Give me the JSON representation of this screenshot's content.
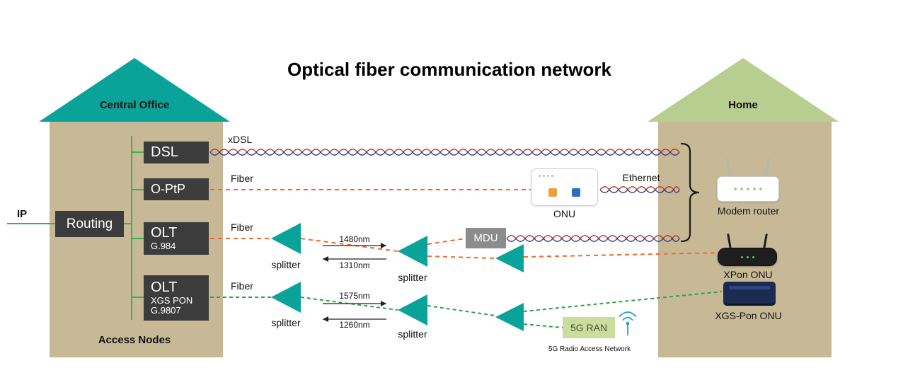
{
  "title": "Optical fiber communication network",
  "central_office": {
    "roof_label": "Central Office",
    "footer_label": "Access Nodes",
    "ip_label": "IP",
    "routing_label": "Routing",
    "nodes": {
      "dsl": "DSL",
      "optp": "O-PtP",
      "olt1": "OLT",
      "olt1_sub": "G.984",
      "olt2": "OLT",
      "olt2_sub": "XGS PON",
      "olt2_sub2": "G.9807"
    }
  },
  "home": {
    "roof_label": "Home",
    "modem_router_label": "Modem router",
    "xpon_onu_label": "XPon ONU",
    "xgs_onu_label": "XGS-Pon ONU"
  },
  "middle": {
    "xdsl_label": "xDSL",
    "fiber_label": "Fiber",
    "ethernet_label": "Ethernet",
    "onu_label": "ONU",
    "mdu_label": "MDU",
    "splitter_label": "splitter",
    "wl_1480": "1480nm",
    "wl_1310": "1310nm",
    "wl_1575": "1575nm",
    "wl_1260": "1260nm",
    "ran_label": "5G RAN",
    "ran_caption": "5G Radio Access Network"
  },
  "colors": {
    "teal": "#0aa39a",
    "tan": "#c8b996",
    "roof_green": "#b8ce90",
    "dark_box": "#3c3c3c",
    "orange": "#f2692a",
    "green": "#2aa14b",
    "bus_green": "#3cb054",
    "pair_red": "#b5332a",
    "pair_blue": "#32357e",
    "mdu_gray": "#8c8c8c",
    "ran_bg": "#cbdc9f",
    "ran_text": "#44522e",
    "wifi_blue": "#2e9bd6"
  }
}
